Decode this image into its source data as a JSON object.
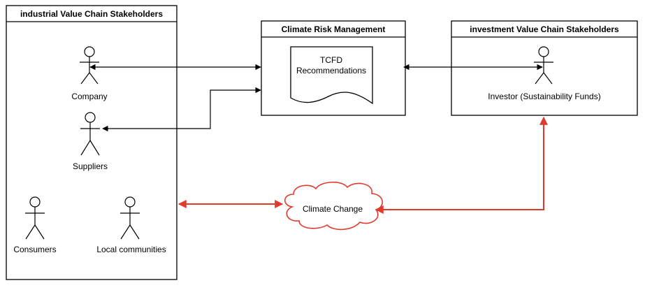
{
  "containers": {
    "industrial": {
      "title": "industrial Value Chain Stakeholders"
    },
    "climate_risk": {
      "title": "Climate Risk Management"
    },
    "investment": {
      "title": "investment Value Chain Stakeholders"
    }
  },
  "document": {
    "line1": "TCFD",
    "line2": "Recommendations"
  },
  "actors": {
    "company": "Company",
    "suppliers": "Suppliers",
    "consumers": "Consumers",
    "local_communities": "Local communities",
    "investor": "Investor (Sustainability Funds)"
  },
  "cloud": {
    "label": "Climate Change"
  },
  "colors": {
    "red_connector": "#e03a2f",
    "stroke": "#000000"
  }
}
